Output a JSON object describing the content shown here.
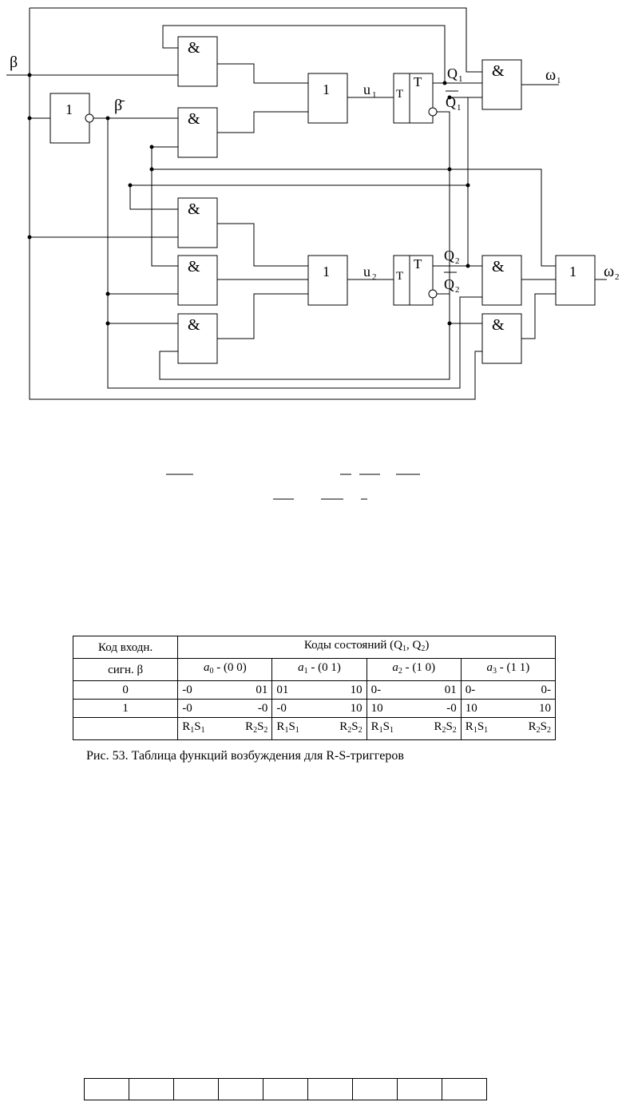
{
  "diagram": {
    "input_label": "β",
    "input_inv_label": "β̄",
    "gate_labels": {
      "and": "&",
      "or": "1",
      "not": "1"
    },
    "trigger_label": "T",
    "u1": "u",
    "u2": "u",
    "q1": "Q",
    "nq1": "Q",
    "q2": "Q",
    "nq2": "Q",
    "w1": "ω",
    "w2": "ω",
    "sub1": "1",
    "sub2": "2"
  },
  "table": {
    "header_col1_line1": "Код входн.",
    "header_col1_line2": "сигн. β",
    "header_group_prefix": "Коды состояний (Q",
    "header_group_mid": ", Q",
    "header_group_suffix": ")",
    "states": [
      {
        "label": "a",
        "sub": "0",
        "code": " - (0 0)"
      },
      {
        "label": "a",
        "sub": "1",
        "code": " - (0 1)"
      },
      {
        "label": "a",
        "sub": "2",
        "code": " - (1 0)"
      },
      {
        "label": "a",
        "sub": "3",
        "code": " - (1 1)"
      }
    ],
    "rows": [
      {
        "beta": "0",
        "cells": [
          [
            "-0",
            "01"
          ],
          [
            "01",
            "10"
          ],
          [
            "0-",
            "01"
          ],
          [
            "0-",
            "0-"
          ]
        ]
      },
      {
        "beta": "1",
        "cells": [
          [
            "-0",
            "-0"
          ],
          [
            "-0",
            "10"
          ],
          [
            "10",
            "-0"
          ],
          [
            "10",
            "10"
          ]
        ]
      }
    ],
    "footer_r": "R",
    "footer_s": "S"
  },
  "caption": "Рис. 53. Таблица функций возбуждения для R-S-триггеров"
}
